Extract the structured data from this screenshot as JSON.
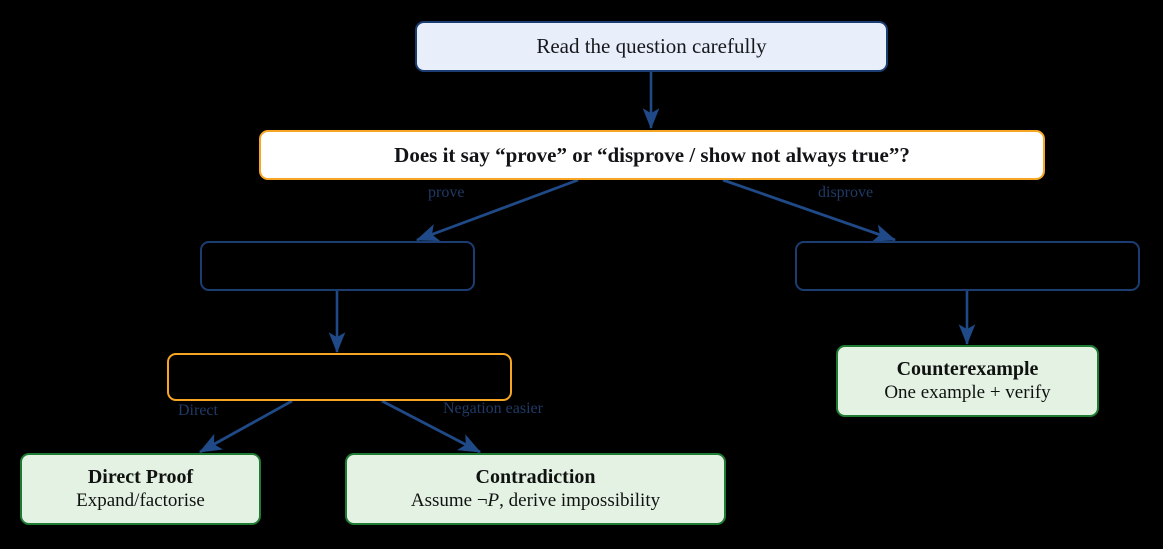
{
  "diagram": {
    "type": "flowchart",
    "title": "Proof strategy decision tree",
    "background_color": "#000000",
    "colors": {
      "start_fill": "#e9eefb",
      "start_border": "#1b3d72",
      "decision_fill": "#ffffff",
      "decision_border": "#f6a623",
      "empty_fill": "#000000",
      "empty_border": "#1b3d72",
      "terminal_fill": "#e4f2e4",
      "terminal_border": "#1f7a32",
      "arrow": "#1f4a87",
      "label_text": "#203a66"
    }
  },
  "nodes": {
    "start": {
      "label": "Read the question carefully"
    },
    "decision_main": {
      "label": "Does it say “prove” or “disprove / show not always true”?"
    },
    "branch_prove": {
      "label": ""
    },
    "branch_disprove": {
      "label": ""
    },
    "decision_second": {
      "label": ""
    },
    "direct_proof": {
      "title": "Direct Proof",
      "sub": "Expand/factorise"
    },
    "contradiction": {
      "title": "Contradiction",
      "sub_before": "Assume ¬P",
      "sub_math": "P",
      "sub_full": "Assume ¬P, derive impossibility",
      "sub_after": ", derive impossibility"
    },
    "counterexample": {
      "title": "Counterexample",
      "sub": "One example + verify"
    }
  },
  "edges": [
    {
      "id": "start-to-decision",
      "label": ""
    },
    {
      "id": "decision-to-prove",
      "label": "prove"
    },
    {
      "id": "decision-to-disprove",
      "label": "disprove"
    },
    {
      "id": "prove-to-second",
      "label": ""
    },
    {
      "id": "disprove-to-counter",
      "label": ""
    },
    {
      "id": "second-to-direct",
      "label": "Direct"
    },
    {
      "id": "second-to-contradiction",
      "label": "Negation easier"
    }
  ]
}
